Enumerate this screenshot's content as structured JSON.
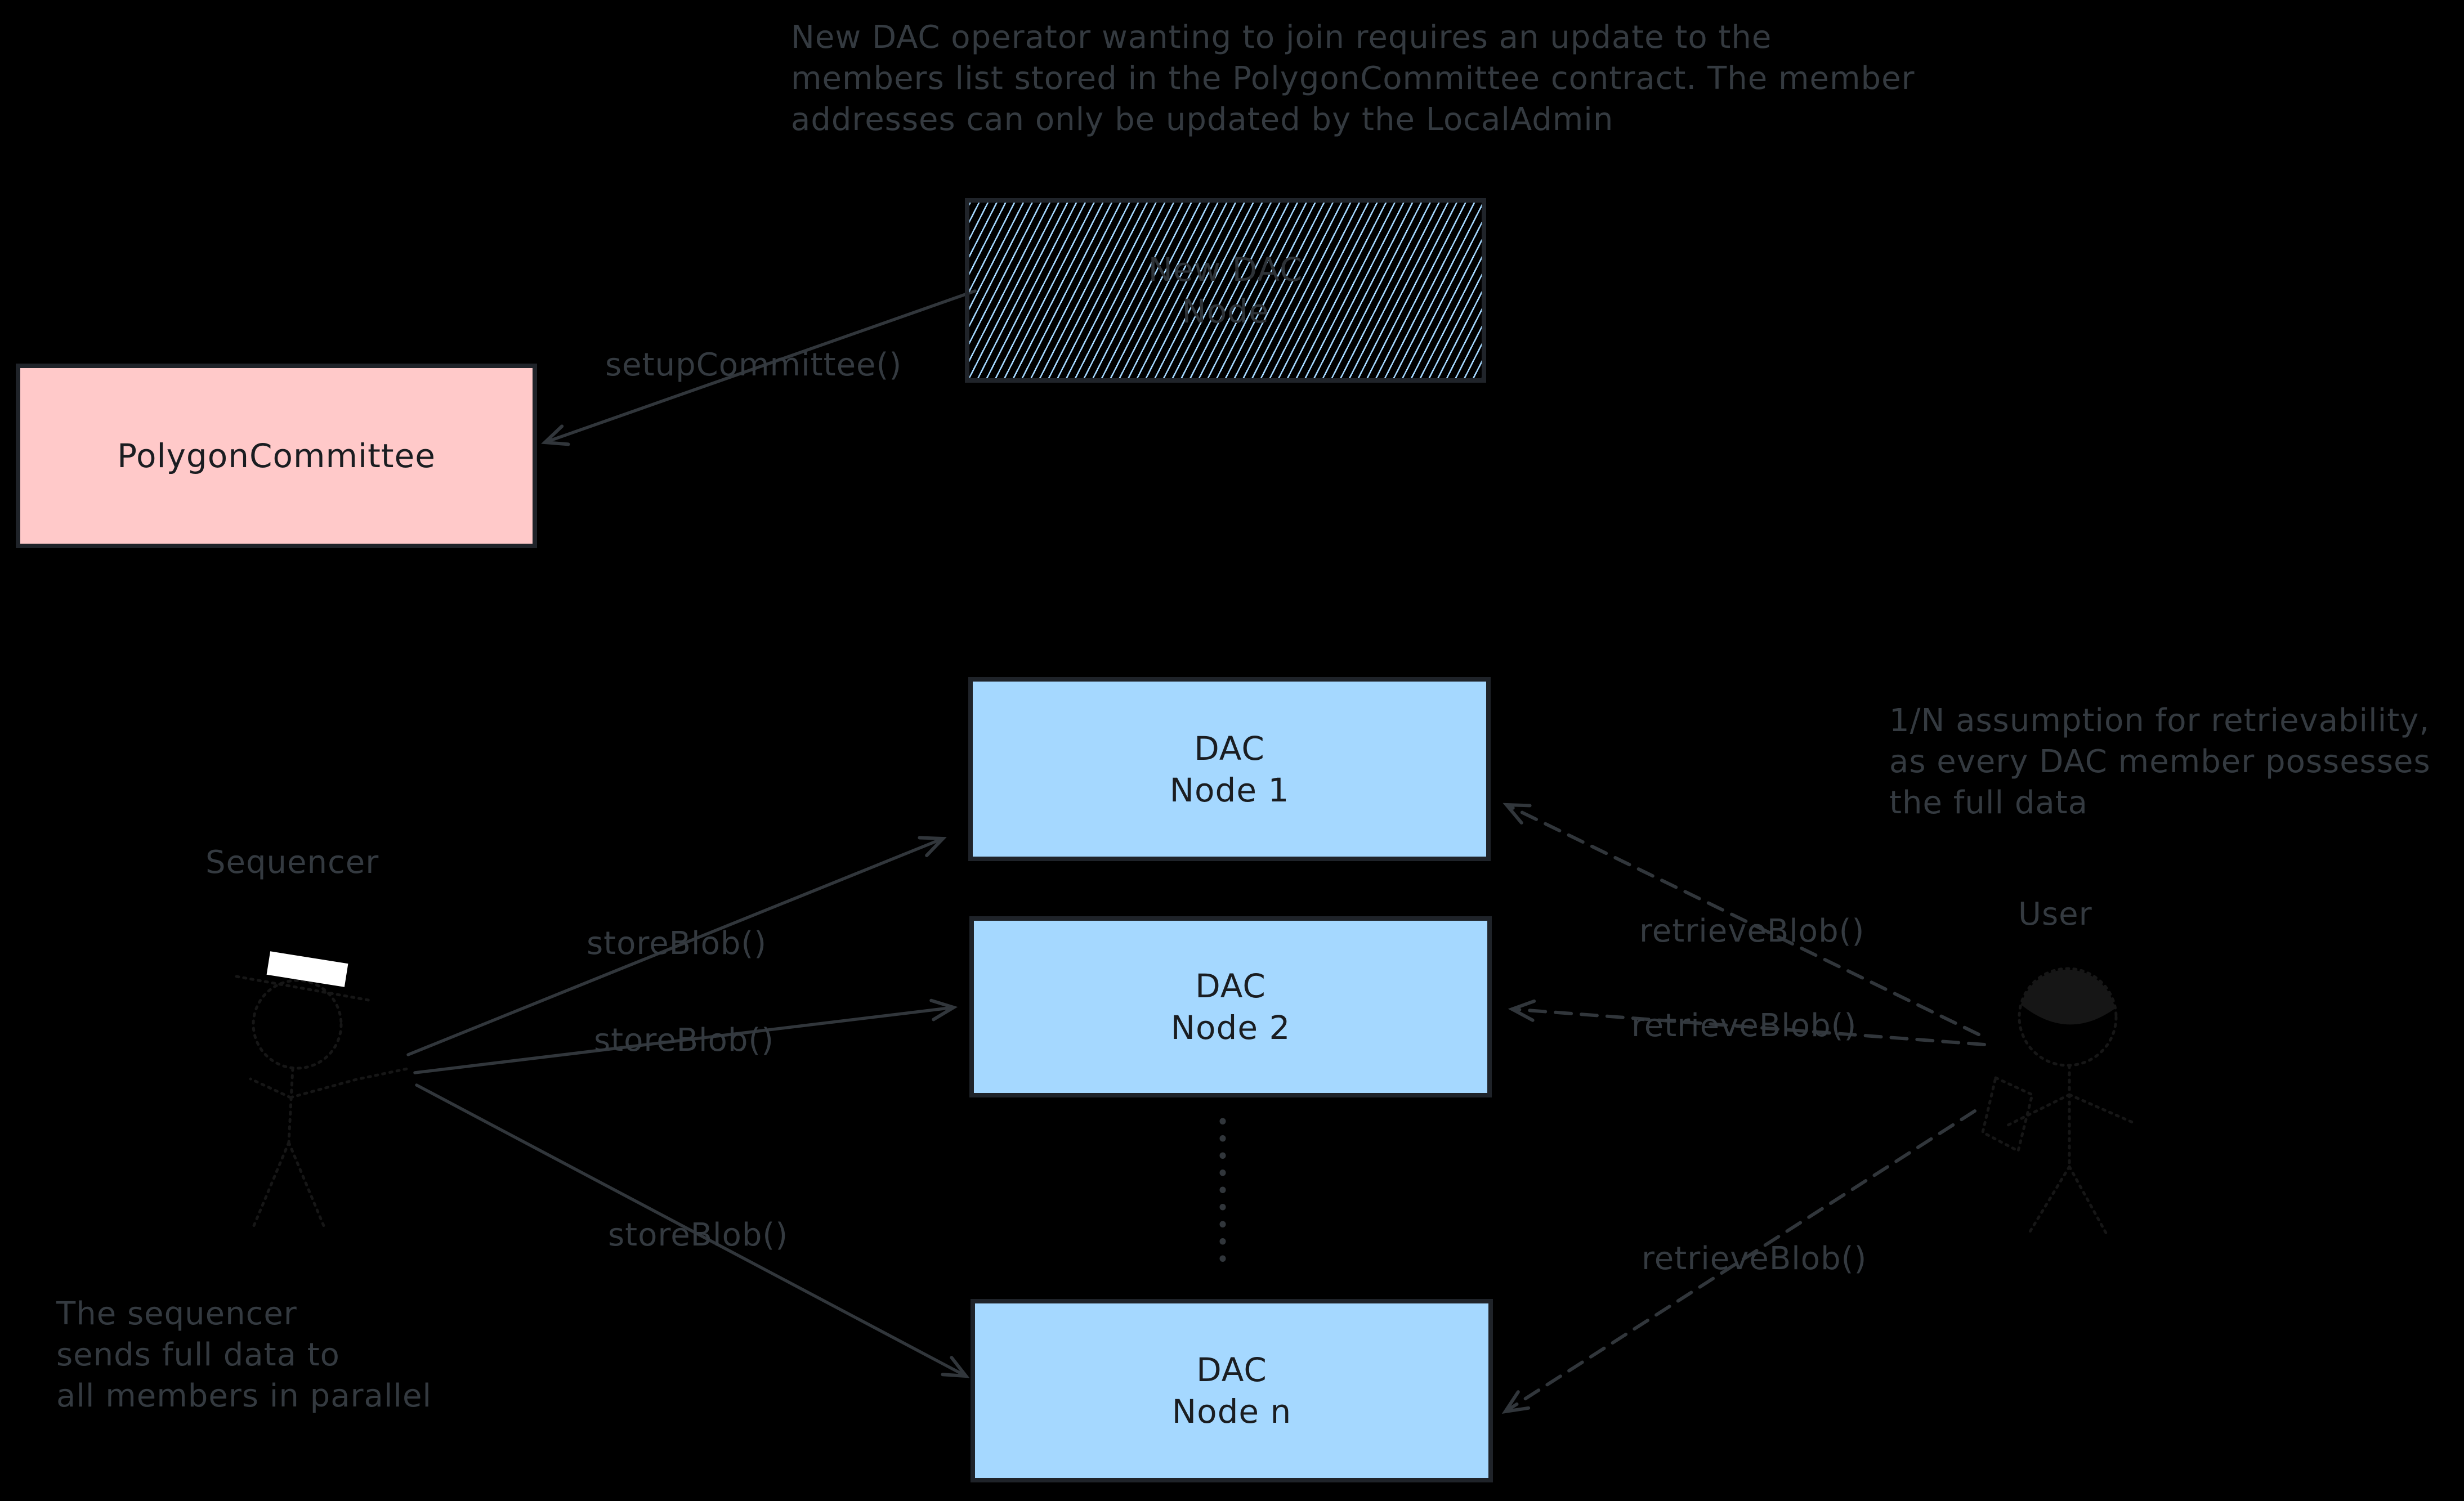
{
  "colors": {
    "background": "#000000",
    "stroke_gray": "#31363b",
    "text_gray": "#343a40",
    "box_border": "#1f2329",
    "box_text": "#1a1d21",
    "blue_fill": "#a5d8ff",
    "pink_fill": "#ffc9c9",
    "hatch_line": "#a5d8ff",
    "hatch_text": "#2e3338",
    "figure_stroke": "#161616",
    "hat_fill": "#ffffff"
  },
  "notes": {
    "top": {
      "line1": "New DAC operator wanting to join requires an update to the",
      "line2": "members list stored in the PolygonCommittee contract. The member",
      "line3": "addresses can only be updated by the LocalAdmin"
    },
    "retrievability": {
      "line1": "1/N assumption for retrievability,",
      "line2": "as every DAC member possesses",
      "line3": "the full data"
    },
    "sequencer_note": {
      "line1": "The sequencer",
      "line2": "sends full data to",
      "line3": "all members in parallel"
    }
  },
  "actors": {
    "sequencer": "Sequencer",
    "user": "User"
  },
  "boxes": {
    "new_dac_node": {
      "line1": "New DAC",
      "line2": "Node"
    },
    "polygon_committee": {
      "label": "PolygonCommittee"
    },
    "dac_node_1": {
      "line1": "DAC",
      "line2": "Node 1"
    },
    "dac_node_2": {
      "line1": "DAC",
      "line2": "Node 2"
    },
    "dac_node_n": {
      "line1": "DAC",
      "line2": "Node n"
    }
  },
  "edge_labels": {
    "setup_committee": "setupCommittee()",
    "store_blob": "storeBlob()",
    "retrieve_blob": "retrieveBlob()"
  }
}
